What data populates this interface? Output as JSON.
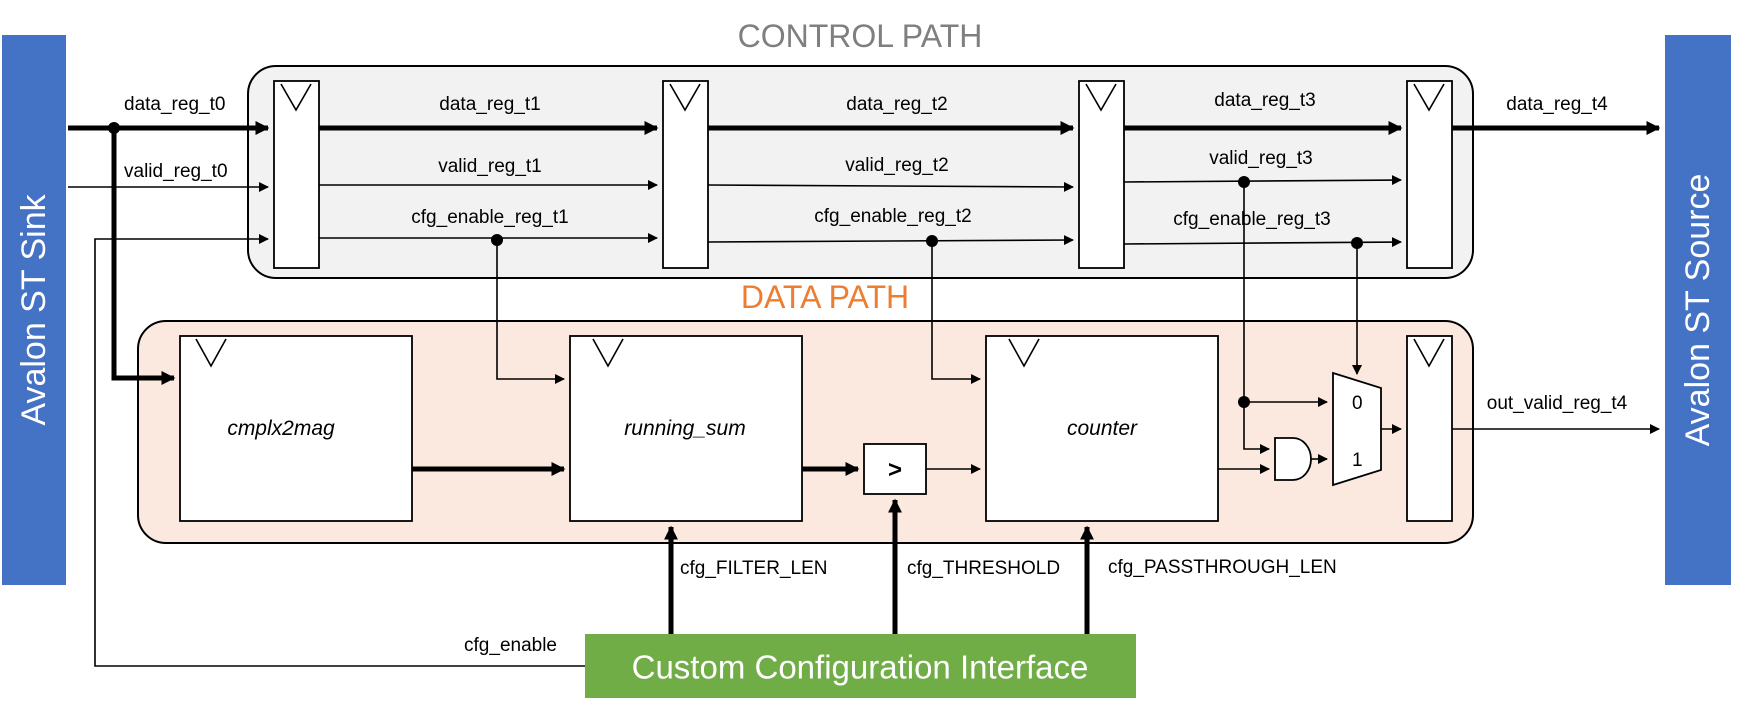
{
  "interfaces": {
    "sink": "Avalon ST Sink",
    "source": "Avalon ST Source",
    "config": "Custom Configuration Interface"
  },
  "regions": {
    "control": "CONTROL PATH",
    "data": "DATA PATH"
  },
  "blocks": {
    "cmplx2mag": "cmplx2mag",
    "running_sum": "running_sum",
    "counter": "counter",
    "comparator": ">"
  },
  "signals": {
    "data_reg_t0": "data_reg_t0",
    "valid_reg_t0": "valid_reg_t0",
    "data_reg_t1": "data_reg_t1",
    "valid_reg_t1": "valid_reg_t1",
    "cfg_enable_reg_t1": "cfg_enable_reg_t1",
    "data_reg_t2": "data_reg_t2",
    "valid_reg_t2": "valid_reg_t2",
    "cfg_enable_reg_t2": "cfg_enable_reg_t2",
    "data_reg_t3": "data_reg_t3",
    "valid_reg_t3": "valid_reg_t3",
    "cfg_enable_reg_t3": "cfg_enable_reg_t3",
    "data_reg_t4": "data_reg_t4",
    "out_valid_reg_t4": "out_valid_reg_t4",
    "cfg_filter_len": "cfg_FILTER_LEN",
    "cfg_threshold": "cfg_THRESHOLD",
    "cfg_passthrough_len": "cfg_PASSTHROUGH_LEN",
    "cfg_enable": "cfg_enable"
  },
  "mux": {
    "in0": "0",
    "in1": "1"
  },
  "colors": {
    "interface_blue": "#4472C4",
    "config_green": "#70AD47",
    "control_fill": "#F2F2F2",
    "data_fill": "#FBE9DF",
    "control_title": "#7F7F7F",
    "data_title": "#ED7D31"
  }
}
